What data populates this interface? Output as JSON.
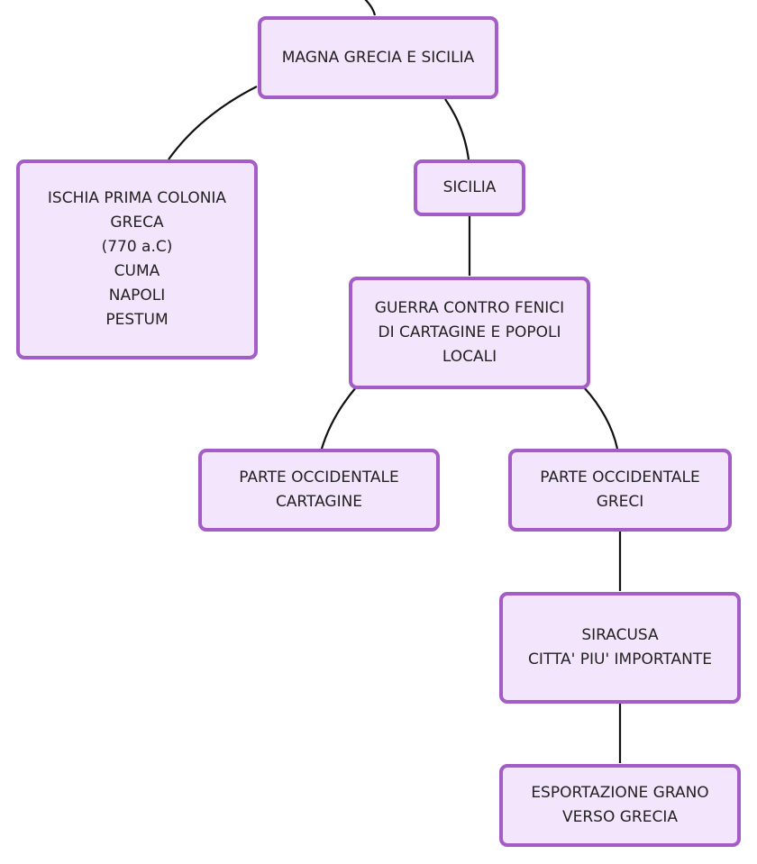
{
  "diagram": {
    "colors": {
      "node_fill": "#f3e5fb",
      "node_border": "#a45cc6",
      "edge": "#111111",
      "text": "#222222"
    },
    "nodes": {
      "root": {
        "lines": [
          "MAGNA GRECIA E SICILIA"
        ]
      },
      "ischia": {
        "lines": [
          "ISCHIA PRIMA COLONIA",
          "GRECA",
          "(770 a.C)",
          "CUMA",
          "NAPOLI",
          "PESTUM"
        ]
      },
      "sicilia": {
        "lines": [
          "SICILIA"
        ]
      },
      "guerra": {
        "lines": [
          "GUERRA CONTRO FENICI",
          "DI CARTAGINE E POPOLI",
          "LOCALI"
        ]
      },
      "cartagine": {
        "lines": [
          "PARTE OCCIDENTALE",
          "CARTAGINE"
        ]
      },
      "greci": {
        "lines": [
          "PARTE OCCIDENTALE",
          "GRECI"
        ]
      },
      "siracusa": {
        "lines": [
          "SIRACUSA",
          "CITTA' PIU' IMPORTANTE"
        ]
      },
      "grano": {
        "lines": [
          "ESPORTAZIONE GRANO",
          "VERSO GRECIA"
        ]
      }
    },
    "edges": [
      {
        "from": "offscreen-top",
        "to": "root"
      },
      {
        "from": "root",
        "to": "ischia"
      },
      {
        "from": "root",
        "to": "sicilia"
      },
      {
        "from": "sicilia",
        "to": "guerra"
      },
      {
        "from": "guerra",
        "to": "cartagine"
      },
      {
        "from": "guerra",
        "to": "greci"
      },
      {
        "from": "greci",
        "to": "siracusa"
      },
      {
        "from": "siracusa",
        "to": "grano"
      }
    ]
  }
}
